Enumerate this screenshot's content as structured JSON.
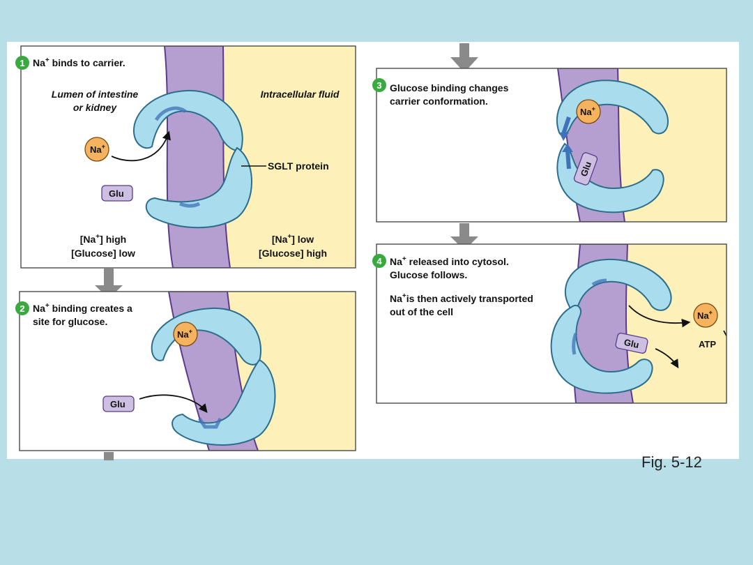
{
  "colors": {
    "background": "#b8dfe8",
    "membrane": "#b59fd0",
    "intracellular": "#fdf0b8",
    "protein": "#a9dcec",
    "protein_outline": "#2b6e8c",
    "binding_site": "#3f72b8",
    "sodium": "#f5b25f",
    "glucose": "#cdbfe2",
    "step_badge": "#3aa940"
  },
  "panel1": {
    "step": "1",
    "heading_pre": "Na",
    "heading_sup": "+",
    "heading_post": " binds to carrier.",
    "lumen_line1": "Lumen of intestine",
    "lumen_line2": "or kidney",
    "intracellular": "Intracellular fluid",
    "na": "Na",
    "na_sup": "+",
    "glu": "Glu",
    "protein_label": "SGLT protein",
    "left_conc_line1_pre": "[Na",
    "left_conc_line1_sup": "+",
    "left_conc_line1_post": "] high",
    "left_conc_line2": "[Glucose] low",
    "right_conc_line1_pre": "[Na",
    "right_conc_line1_sup": "+",
    "right_conc_line1_post": "] low",
    "right_conc_line2": "[Glucose] high"
  },
  "panel2": {
    "step": "2",
    "heading_line1_pre": "Na",
    "heading_line1_sup": "+",
    "heading_line1_post": " binding creates a",
    "heading_line2": "site for glucose.",
    "na": "Na",
    "na_sup": "+",
    "glu": "Glu"
  },
  "panel3": {
    "step": "3",
    "heading_line1": "Glucose binding changes",
    "heading_line2": "carrier conformation.",
    "na": "Na",
    "na_sup": "+",
    "glu": "Glu"
  },
  "panel4": {
    "step": "4",
    "heading_line1_pre": "Na",
    "heading_line1_sup": "+",
    "heading_line1_post": " released into cytosol.",
    "heading_line2": "Glucose follows.",
    "note_line1_pre": "Na",
    "note_line1_sup": "+",
    "note_line1_post": "is then actively transported",
    "note_line2": "out of the cell",
    "na": "Na",
    "na_sup": "+",
    "glu": "Glu",
    "atp": "ATP"
  },
  "figure_label": "Fig. 5-12"
}
